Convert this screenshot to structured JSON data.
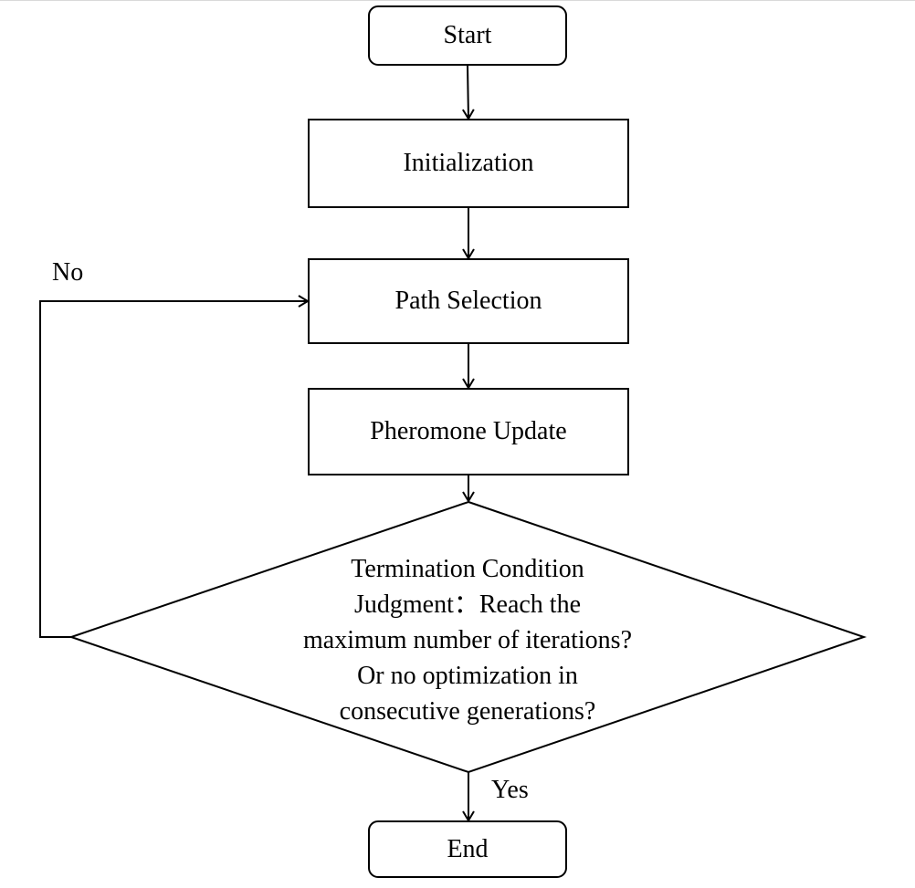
{
  "flowchart": {
    "start": "Start",
    "init": "Initialization",
    "path": "Path Selection",
    "pheromone": "Pheromone Update",
    "decision": {
      "lines": [
        "Termination Condition",
        "Judgment：Reach the",
        "maximum number of iterations?",
        "Or no optimization in",
        "consecutive generations?"
      ]
    },
    "end": "End",
    "no_label": "No",
    "yes_label": "Yes"
  }
}
